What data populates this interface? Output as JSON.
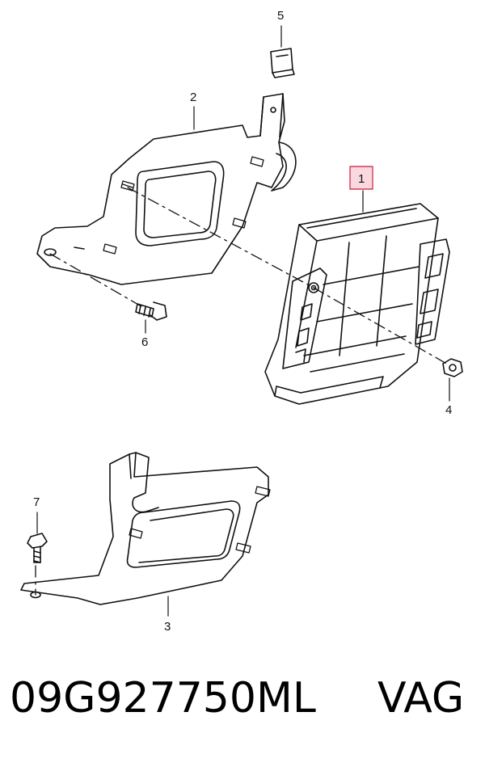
{
  "callouts": {
    "c1": "1",
    "c2": "2",
    "c3": "3",
    "c4": "4",
    "c5": "5",
    "c6": "6",
    "c7": "7"
  },
  "footer": {
    "part_number": "09G927750ML",
    "brand": "VAG"
  },
  "colors": {
    "line": "#111111",
    "highlight_box_fill": "#f9d9df",
    "highlight_box_stroke": "#d23a55"
  }
}
